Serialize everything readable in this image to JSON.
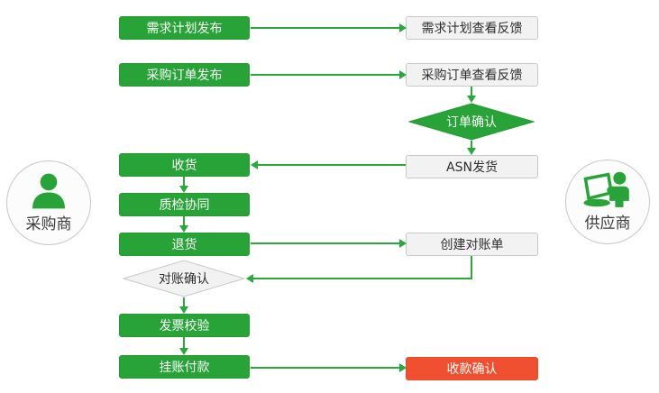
{
  "colors": {
    "process_green": "#28a337",
    "arrow_green": "#27a93c",
    "highlight_red": "#f0502f",
    "neutral_bg": "#f2f2f2",
    "neutral_border": "#c8c8c8",
    "text_dark": "#2e2e2e",
    "text_light": "#ffffff"
  },
  "actors": {
    "buyer": {
      "label": "采购商",
      "icon": "person-icon"
    },
    "supplier": {
      "label": "供应商",
      "icon": "person-laptop-icon"
    }
  },
  "nodes": {
    "demand_plan_publish": {
      "label": "需求计划发布",
      "type": "process",
      "style": "green"
    },
    "demand_plan_feedback": {
      "label": "需求计划查看反馈",
      "type": "process",
      "style": "neutral"
    },
    "po_publish": {
      "label": "采购订单发布",
      "type": "process",
      "style": "green"
    },
    "po_feedback": {
      "label": "采购订单查看反馈",
      "type": "process",
      "style": "neutral"
    },
    "order_confirm": {
      "label": "订单确认",
      "type": "decision",
      "style": "green"
    },
    "asn_ship": {
      "label": "ASN发货",
      "type": "process",
      "style": "neutral"
    },
    "receive": {
      "label": "收货",
      "type": "process",
      "style": "green"
    },
    "quality_collab": {
      "label": "质检协同",
      "type": "process",
      "style": "green"
    },
    "return_goods": {
      "label": "退货",
      "type": "process",
      "style": "green"
    },
    "create_statement": {
      "label": "创建对账单",
      "type": "process",
      "style": "neutral"
    },
    "recon_confirm": {
      "label": "对账确认",
      "type": "decision",
      "style": "neutral"
    },
    "invoice_check": {
      "label": "发票校验",
      "type": "process",
      "style": "green"
    },
    "payment": {
      "label": "挂账付款",
      "type": "process",
      "style": "green"
    },
    "receipt_confirm": {
      "label": "收款确认",
      "type": "process",
      "style": "red"
    }
  },
  "edges": [
    {
      "from": "demand_plan_publish",
      "to": "demand_plan_feedback"
    },
    {
      "from": "po_publish",
      "to": "po_feedback"
    },
    {
      "from": "po_feedback",
      "to": "order_confirm"
    },
    {
      "from": "order_confirm",
      "to": "asn_ship"
    },
    {
      "from": "asn_ship",
      "to": "receive"
    },
    {
      "from": "receive",
      "to": "quality_collab"
    },
    {
      "from": "quality_collab",
      "to": "return_goods"
    },
    {
      "from": "return_goods",
      "to": "create_statement"
    },
    {
      "from": "create_statement",
      "to": "recon_confirm"
    },
    {
      "from": "recon_confirm",
      "to": "invoice_check"
    },
    {
      "from": "invoice_check",
      "to": "payment"
    },
    {
      "from": "payment",
      "to": "receipt_confirm"
    }
  ]
}
